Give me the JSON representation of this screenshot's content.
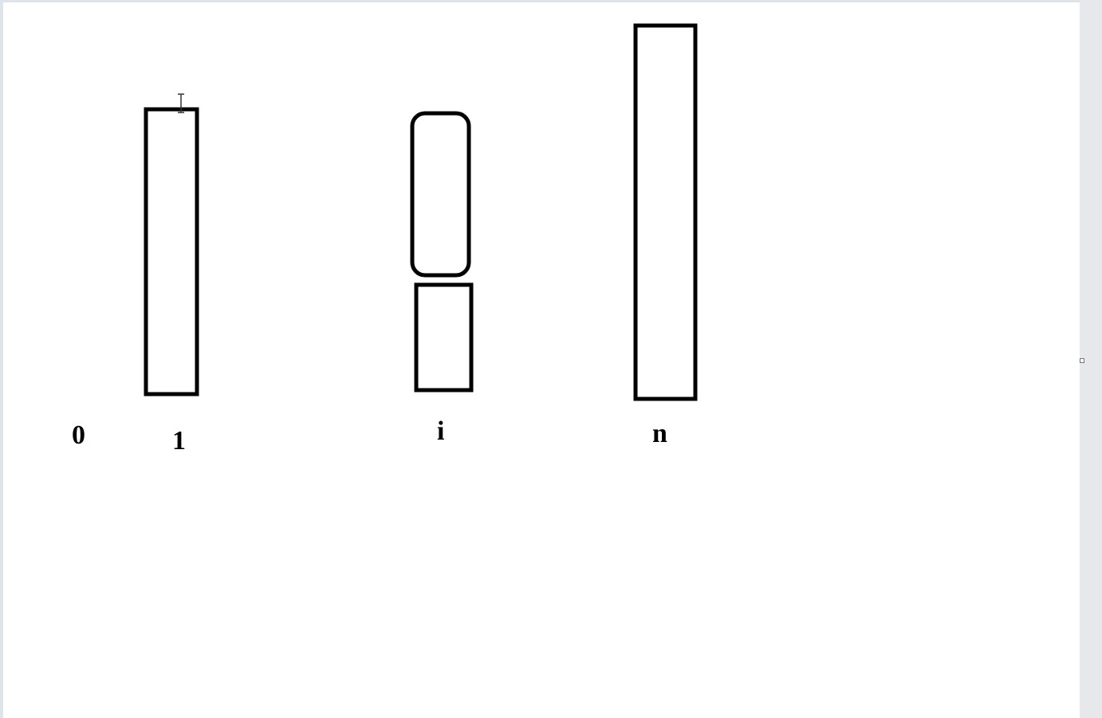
{
  "diagram": {
    "labels": {
      "zero": "0",
      "one": "1",
      "i": "i",
      "n": "n"
    },
    "stroke_color": "#000000",
    "page_color": "#ffffff",
    "frame_color": "#dfe3ea"
  }
}
